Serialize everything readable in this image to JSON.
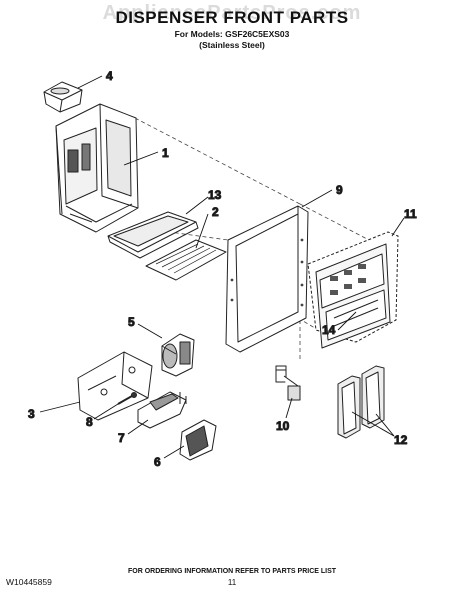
{
  "header": {
    "watermark": "AppliancePartsPros.com",
    "title": "DISPENSER FRONT PARTS",
    "models_line": "For Models: GSF26C5EXS03",
    "variant_line": "(Stainless Steel)"
  },
  "callouts": [
    {
      "id": "c1",
      "label": "1"
    },
    {
      "id": "c2",
      "label": "2"
    },
    {
      "id": "c3",
      "label": "3"
    },
    {
      "id": "c4",
      "label": "4"
    },
    {
      "id": "c5",
      "label": "5"
    },
    {
      "id": "c6",
      "label": "6"
    },
    {
      "id": "c7",
      "label": "7"
    },
    {
      "id": "c8",
      "label": "8"
    },
    {
      "id": "c9",
      "label": "9"
    },
    {
      "id": "c10",
      "label": "10"
    },
    {
      "id": "c11",
      "label": "11"
    },
    {
      "id": "c12",
      "label": "12"
    },
    {
      "id": "c13",
      "label": "13"
    },
    {
      "id": "c14",
      "label": "14"
    }
  ],
  "footer": {
    "ordering_note": "FOR ORDERING INFORMATION REFER TO PARTS PRICE LIST",
    "doc_number": "W10445859",
    "page_number": "11"
  }
}
